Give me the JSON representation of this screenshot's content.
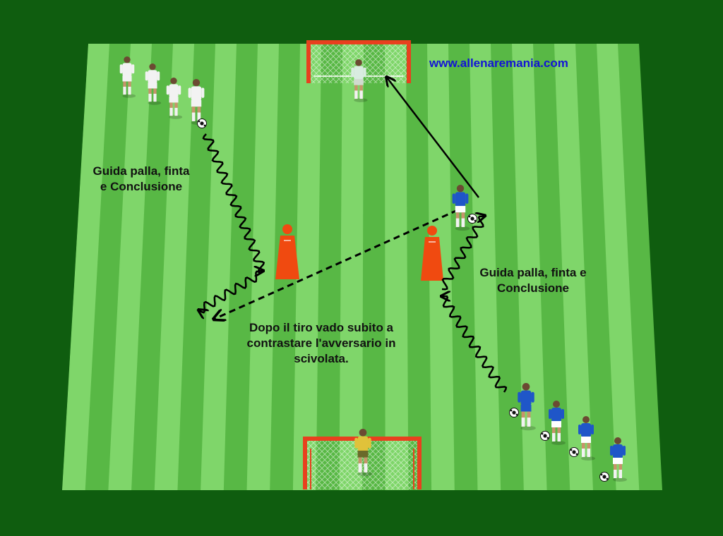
{
  "website": "www.allenaremania.com",
  "labels": {
    "left_drill": "Guida palla, finta\ne Conclusione",
    "right_drill": "Guida palla, finta e\nConclusione",
    "tackle_note": "Dopo il tiro vado subito a\ncontrastare l'avversario in\nscivolata."
  },
  "colors": {
    "background": "#0f5d0f",
    "grass_light": "#7fd66a",
    "grass_dark": "#58b845",
    "goal_frame": "#e8401e",
    "url": "#1212d6",
    "home_kit": "#f2f2f2",
    "away_kit": "#1f56c8",
    "keeper_top": "#d9ece0",
    "keeper_bottom": "#e0c23a",
    "dummy": "#f04a10",
    "arrow": "#000000"
  }
}
